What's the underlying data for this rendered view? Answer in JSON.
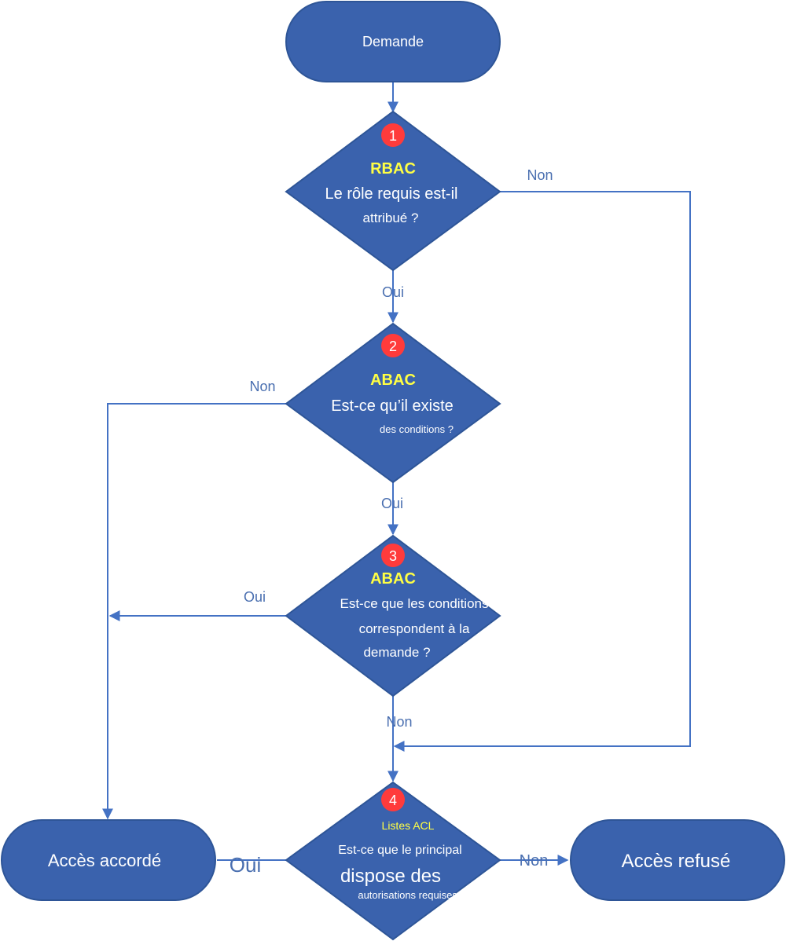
{
  "colors": {
    "shape_fill": "#3a62ad",
    "shape_stroke": "#2e5597",
    "connector": "#4472c4",
    "label": "#4a6fb0",
    "badge": "#ff3b3b",
    "highlight": "#ffff44",
    "text": "#ffffff"
  },
  "start": {
    "label": "Demande"
  },
  "decision1": {
    "badge": "1",
    "tag": "RBAC",
    "line1": "Le rôle requis est-il",
    "line2": "attribué ?"
  },
  "decision2": {
    "badge": "2",
    "tag": "ABAC",
    "line1": "Est-ce qu’il existe",
    "line2": "des conditions ?"
  },
  "decision3": {
    "badge": "3",
    "tag": "ABAC",
    "line1": "Est-ce que les conditions",
    "line2": "correspondent à la",
    "line3": "demande ?"
  },
  "decision4": {
    "badge": "4",
    "tag": "Listes ACL",
    "line1": "Est-ce que le principal",
    "line2": "dispose des",
    "line3": "autorisations requises ?"
  },
  "end_granted": {
    "label": "Accès accordé"
  },
  "end_denied": {
    "label": "Accès refusé"
  },
  "edges": {
    "d1_yes": "Oui",
    "d1_no": "Non",
    "d2_yes": "Oui",
    "d2_no": "Non",
    "d3_yes": "Oui",
    "d3_no": "Non",
    "d4_yes": "Oui",
    "d4_no": "Non"
  }
}
